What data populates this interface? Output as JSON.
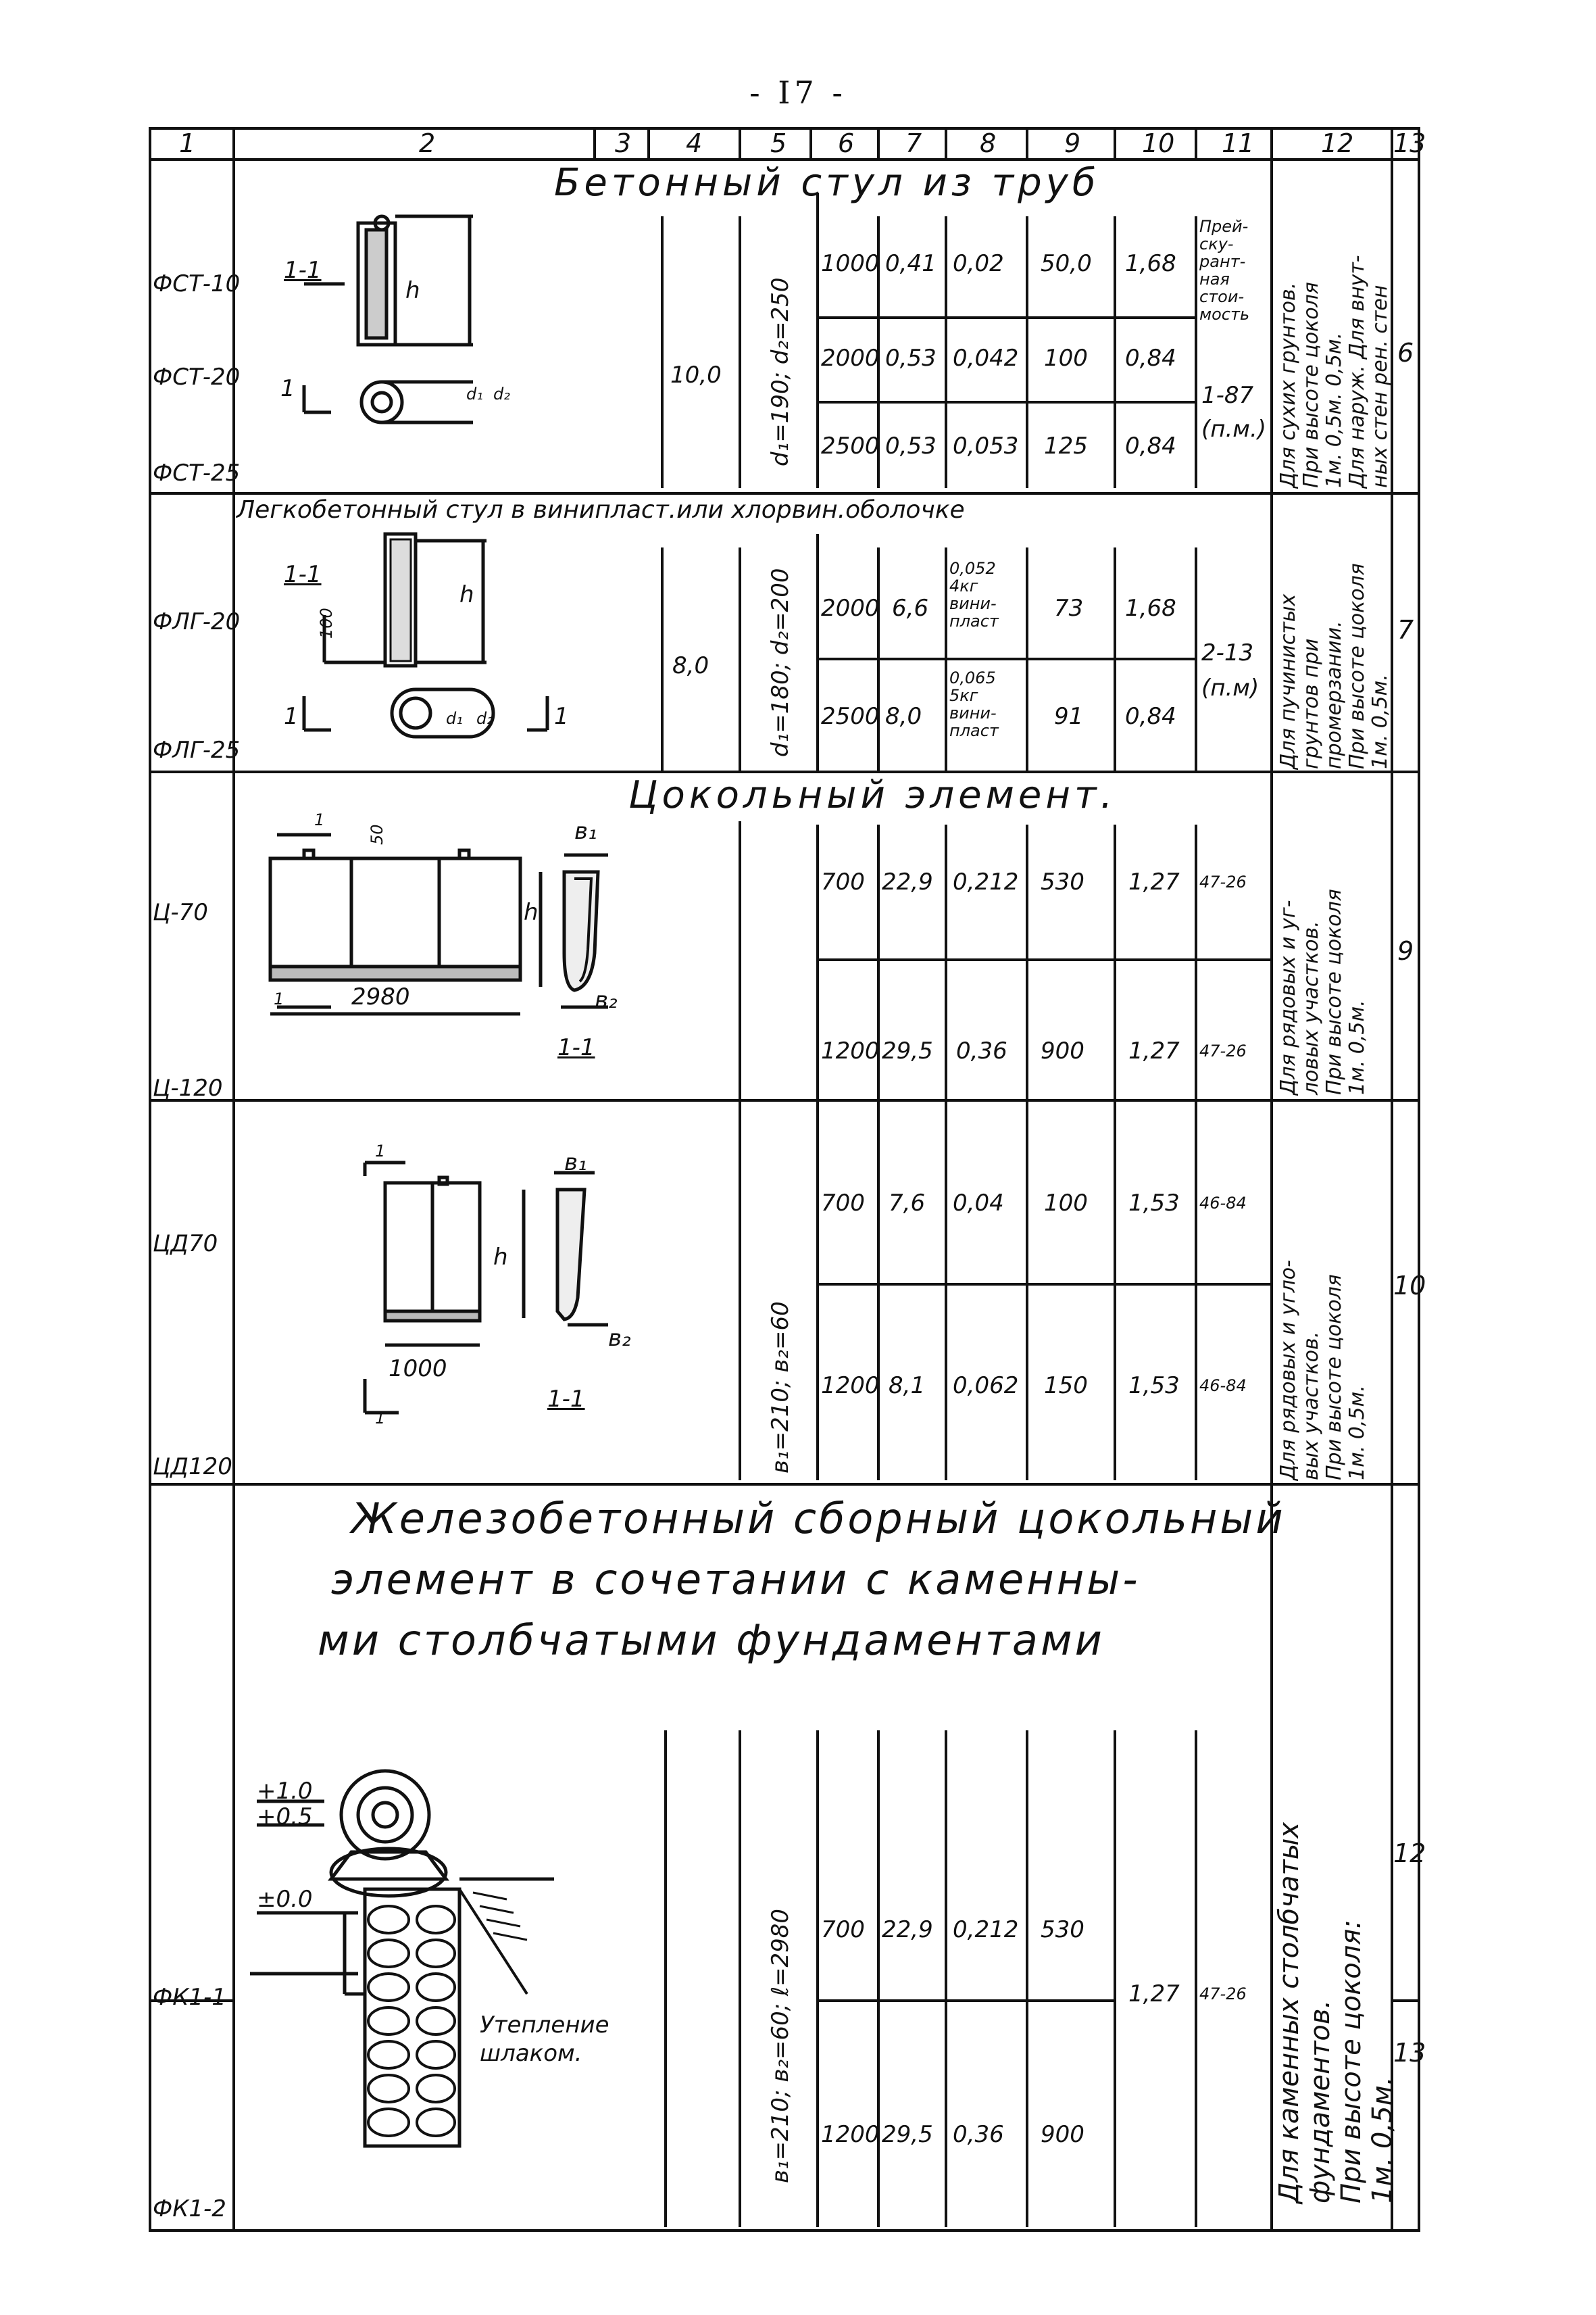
{
  "page_number": "- I7 -",
  "header_cols": [
    "1",
    "2",
    "3",
    "4",
    "5",
    "6",
    "7",
    "8",
    "9",
    "10",
    "11",
    "12",
    "13"
  ],
  "sections": {
    "s1": {
      "title": "Бетонный стул из труб",
      "codes": [
        "ФСТ-10",
        "ФСТ-20",
        "ФСТ-25"
      ],
      "col4": "10,0",
      "col5": "d₁=190; d₂=250",
      "rows": [
        [
          "1000",
          "0,41",
          "0,02",
          "50,0",
          "1,68"
        ],
        [
          "2000",
          "0,53",
          "0,042",
          "100",
          "0,84"
        ],
        [
          "2500",
          "0,53",
          "0,053",
          "125",
          "0,84"
        ]
      ],
      "col11_top": "Прей-\nску-\nрант-\nная\nстои-\nмость",
      "col11_bottom": "1-87\n(п.м.)",
      "col12": [
        "Для сухих грунтов.",
        "При высоте цоколя",
        "1м.   0,5м.  0,5м.",
        "Для наруж. Для внут-",
        "ных стен  рен. стен"
      ],
      "col13": "6",
      "draw_labels": {
        "section": "1-1",
        "h": "h",
        "d1": "d₁",
        "d2": "d₂",
        "mark": "1"
      }
    },
    "s2": {
      "title": "Легкобетонный стул в винипласт.или хлорвин.оболочке",
      "codes": [
        "ФЛГ-20",
        "ФЛГ-25"
      ],
      "col4": "8,0",
      "col5": "d₁=180; d₂=200",
      "rows": [
        [
          "2000",
          "6,6",
          "0,052\n4кг\nвини-\nпласт",
          "73",
          "1,68"
        ],
        [
          "2500",
          "8,0",
          "0,065\n5кг\nвини-\nпласт",
          "91",
          "0,84"
        ]
      ],
      "col11": "2-13\n(п.м)",
      "col12": [
        "Для пучинистых",
        "грунтов при",
        "промерзании.",
        "При высоте цоколя",
        "1м.    0,5м."
      ],
      "col13": "7",
      "draw_labels": {
        "section": "1-1",
        "h": "h",
        "dim": "100",
        "d1": "d₁",
        "d2": "d₂",
        "mark": "1"
      }
    },
    "s3": {
      "title": "Цокольный элемент.",
      "codes": [
        "Ц-70",
        "Ц-120"
      ],
      "rows": [
        [
          "700",
          "22,9",
          "0,212",
          "530",
          "1,27",
          "47-26"
        ],
        [
          "1200",
          "29,5",
          "0,36",
          "900",
          "1,27",
          "47-26"
        ]
      ],
      "col12": [
        "Для рядовых и уг-",
        "ловых участков.",
        "При высоте цоколя",
        "1м.    0,5м."
      ],
      "col13": "9",
      "draw_labels": {
        "len": "2980",
        "dim50": "50",
        "b1": "в₁",
        "b2": "в₂",
        "h": "h",
        "section": "1-1",
        "mark": "1"
      }
    },
    "s4": {
      "codes": [
        "ЦД70",
        "ЦД120"
      ],
      "col5": "в₁=210; в₂=60",
      "rows": [
        [
          "700",
          "7,6",
          "0,04",
          "100",
          "1,53",
          "46-84"
        ],
        [
          "1200",
          "8,1",
          "0,062",
          "150",
          "1,53",
          "46-84"
        ]
      ],
      "col12": [
        "Для рядовых и угло-",
        "вых участков.",
        "При высоте цоколя",
        "1м.    0,5м."
      ],
      "col13": "10",
      "draw_labels": {
        "len": "1000",
        "b1": "в₁",
        "b2": "в₂",
        "h": "h",
        "section": "1-1",
        "mark": "1"
      }
    },
    "s5": {
      "title_lines": [
        "Железобетонный сборный цокольный",
        "элемент в сочетании с каменны-",
        "ми столбчатыми фундаментами"
      ],
      "codes": [
        "ФК1-1",
        "ФК1-2"
      ],
      "col5": "в₁=210; в₂=60; ℓ=2980",
      "rows": [
        [
          "700",
          "22,9",
          "0,212",
          "530"
        ],
        [
          "1200",
          "29,5",
          "0,36",
          "900"
        ]
      ],
      "col10": "1,27",
      "col11": "47-26",
      "col12": [
        "Для каменных столбчатых",
        "фундаментов.",
        "При высоте цоколя:",
        "1м.    0,5м."
      ],
      "col13": [
        "12",
        "13"
      ],
      "draw_labels": {
        "lvl1": "+1.0",
        "lvl2": "+0.5",
        "lvl3": "±0.0",
        "note": "Утепление\nшлаком."
      }
    }
  }
}
